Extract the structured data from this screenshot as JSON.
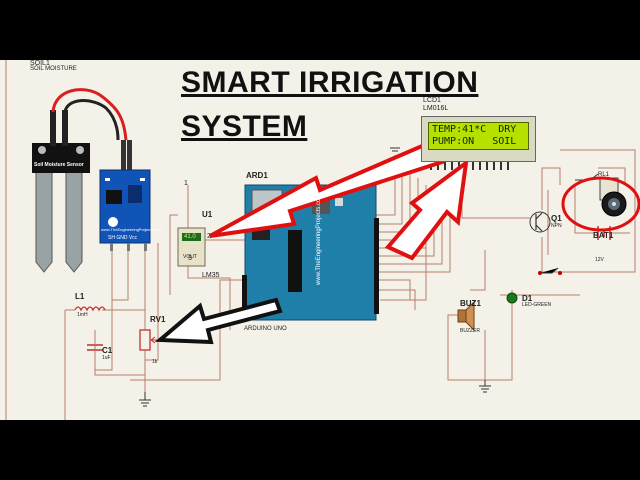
{
  "title": {
    "line1": "SMART IRRIGATION",
    "line2": "SYSTEM"
  },
  "lcd": {
    "ref": "LCD1",
    "model": "LM016L",
    "line1": "TEMP:41*C  DRY",
    "line2": "PUMP:ON   SOIL"
  },
  "soil_sensor": {
    "ref": "SOIL1",
    "type": "SOIL MOISTURE",
    "label": "Soil Moisture Sensor"
  },
  "module": {
    "site": "www.TheEngineeringProjects.com",
    "pins": "SH  GND  Vcc"
  },
  "temp_sensor": {
    "ref": "U1",
    "model": "LM35",
    "pin1": "1",
    "pin2": "2",
    "pin3": "3",
    "vout": "VOUT",
    "reading": "41.0"
  },
  "arduino": {
    "ref": "ARD1",
    "model": "ARDUINO UNO",
    "site": "www.TheEngineeringProjects.com"
  },
  "inductor": {
    "ref": "L1",
    "value": "1mH"
  },
  "capacitor": {
    "ref": "C1",
    "value": "1uF"
  },
  "pot": {
    "ref": "RV1",
    "value": "1k"
  },
  "buzzer": {
    "ref": "BUZ1",
    "model": "BUZZER"
  },
  "led": {
    "ref": "D1",
    "model": "LED-GREEN"
  },
  "transistor": {
    "ref": "Q1",
    "model": "NPN"
  },
  "battery": {
    "ref": "BAT1",
    "value": "12V"
  },
  "relay": {
    "ref": "RL1"
  },
  "colors": {
    "highlight": "#e01010",
    "wire": "#b9806a",
    "ground_wire": "#2b7a2b",
    "arduino": "#1f7fa8",
    "lcd_screen": "#b6e000"
  }
}
